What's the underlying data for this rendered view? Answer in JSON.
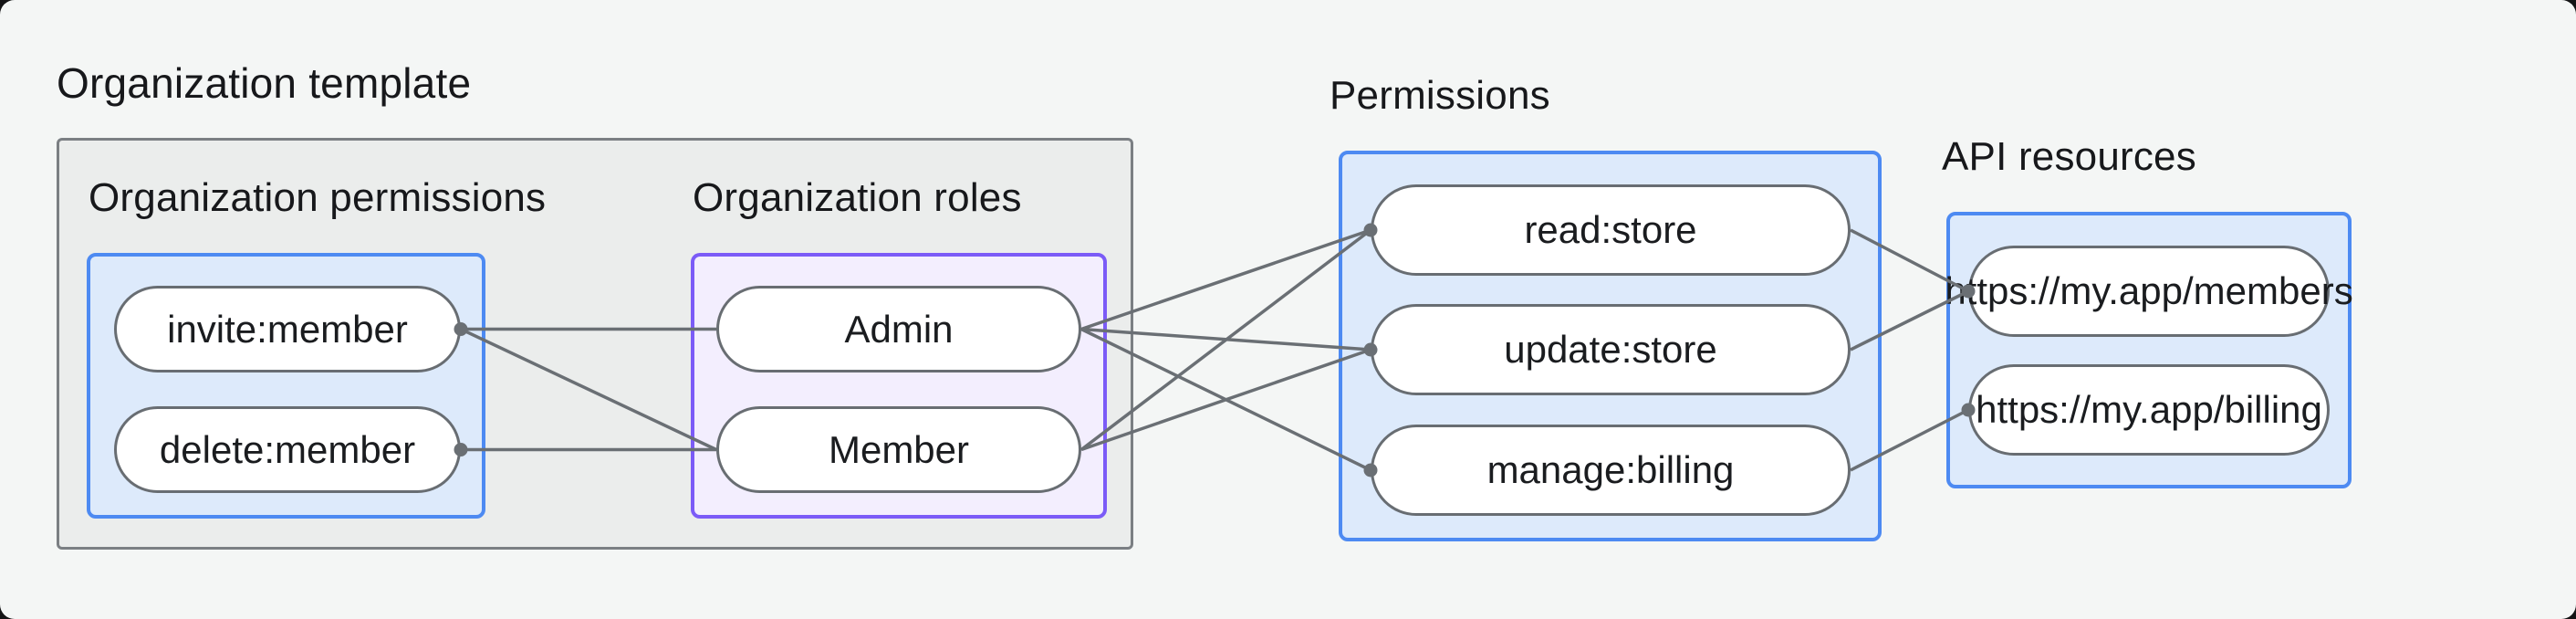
{
  "sections": {
    "organization_template": {
      "label": "Organization template"
    },
    "organization_permissions": {
      "label": "Organization permissions"
    },
    "organization_roles": {
      "label": "Organization roles"
    },
    "permissions": {
      "label": "Permissions"
    },
    "api_resources": {
      "label": "API resources"
    }
  },
  "nodes": {
    "invite_member": {
      "label": "invite:member",
      "group": "organization_permissions"
    },
    "delete_member": {
      "label": "delete:member",
      "group": "organization_permissions"
    },
    "admin": {
      "label": "Admin",
      "group": "organization_roles"
    },
    "member": {
      "label": "Member",
      "group": "organization_roles"
    },
    "read_store": {
      "label": "read:store",
      "group": "permissions"
    },
    "update_store": {
      "label": "update:store",
      "group": "permissions"
    },
    "manage_billing": {
      "label": "manage:billing",
      "group": "permissions"
    },
    "members_api": {
      "label": "https://my.app/members",
      "group": "api_resources"
    },
    "billing_api": {
      "label": "https://my.app/billing",
      "group": "api_resources"
    }
  },
  "edges": [
    {
      "from": "invite_member",
      "from_side": "right",
      "to": "admin",
      "to_side": "left"
    },
    {
      "from": "invite_member",
      "from_side": "right",
      "to": "member",
      "to_side": "left"
    },
    {
      "from": "delete_member",
      "from_side": "right",
      "to": "member",
      "to_side": "left"
    },
    {
      "from": "admin",
      "from_side": "right",
      "to": "read_store",
      "to_side": "left"
    },
    {
      "from": "admin",
      "from_side": "right",
      "to": "update_store",
      "to_side": "left"
    },
    {
      "from": "admin",
      "from_side": "right",
      "to": "manage_billing",
      "to_side": "left"
    },
    {
      "from": "member",
      "from_side": "right",
      "to": "read_store",
      "to_side": "left"
    },
    {
      "from": "member",
      "from_side": "right",
      "to": "update_store",
      "to_side": "left"
    },
    {
      "from": "read_store",
      "from_side": "right",
      "to": "members_api",
      "to_side": "left"
    },
    {
      "from": "update_store",
      "from_side": "right",
      "to": "members_api",
      "to_side": "left"
    },
    {
      "from": "manage_billing",
      "from_side": "right",
      "to": "billing_api",
      "to_side": "left"
    }
  ],
  "dots": [
    {
      "node": "invite_member",
      "side": "right"
    },
    {
      "node": "delete_member",
      "side": "right"
    },
    {
      "node": "read_store",
      "side": "left"
    },
    {
      "node": "update_store",
      "side": "left"
    },
    {
      "node": "manage_billing",
      "side": "left"
    },
    {
      "node": "members_api",
      "side": "left"
    },
    {
      "node": "billing_api",
      "side": "left"
    }
  ],
  "style": {
    "connector_color": "#6a6f74",
    "connector_width": 3.5,
    "dot_radius": 7.5,
    "canvas_bg": "#f4f6f5",
    "gray_box_fill": "#ebedec",
    "gray_box_border": "#7b7f83",
    "blue_fill": "#ddeafb",
    "blue_border": "#4d8af2",
    "purple_fill": "#f3eefe",
    "purple_border": "#7b5bf7",
    "pill_border": "#686d72",
    "text_color": "#17181b"
  }
}
